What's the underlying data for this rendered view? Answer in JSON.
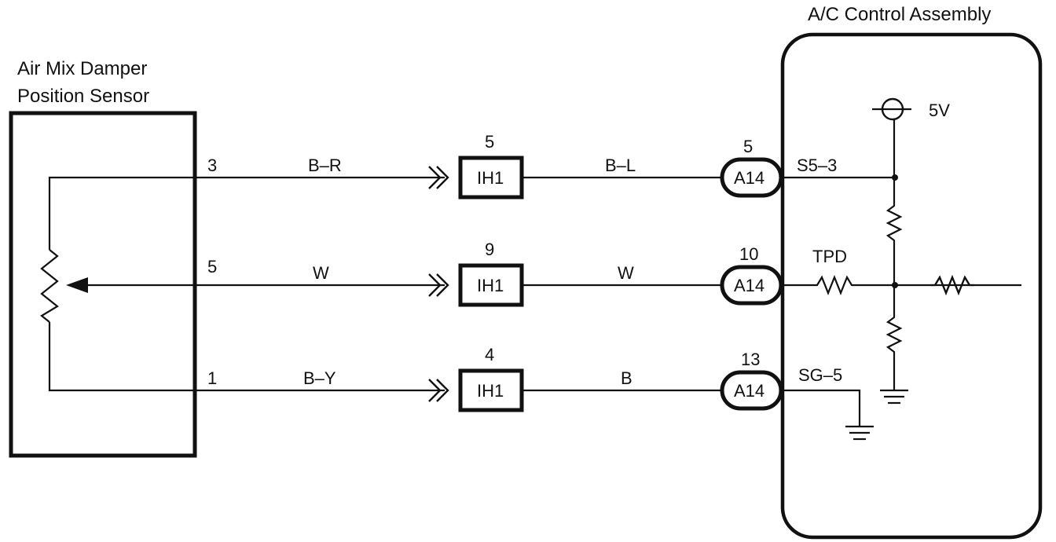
{
  "sensor": {
    "title_line1": "Air Mix Damper",
    "title_line2": "Position Sensor"
  },
  "ecu": {
    "title": "A/C Control Assembly",
    "supply_label": "5V",
    "tpd_label": "TPD"
  },
  "circuits": [
    {
      "sensor_pin": "3",
      "wire_to_ih": "B–R",
      "ih_pin": "5",
      "ih_name": "IH1",
      "wire_to_a": "B–L",
      "a_pin": "5",
      "a_name": "A14",
      "ecu_terminal": "S5–3"
    },
    {
      "sensor_pin": "5",
      "wire_to_ih": "W",
      "ih_pin": "9",
      "ih_name": "IH1",
      "wire_to_a": "W",
      "a_pin": "10",
      "a_name": "A14",
      "ecu_terminal": ""
    },
    {
      "sensor_pin": "1",
      "wire_to_ih": "B–Y",
      "ih_pin": "4",
      "ih_name": "IH1",
      "wire_to_a": "B",
      "a_pin": "13",
      "a_name": "A14",
      "ecu_terminal": "SG–5"
    }
  ]
}
